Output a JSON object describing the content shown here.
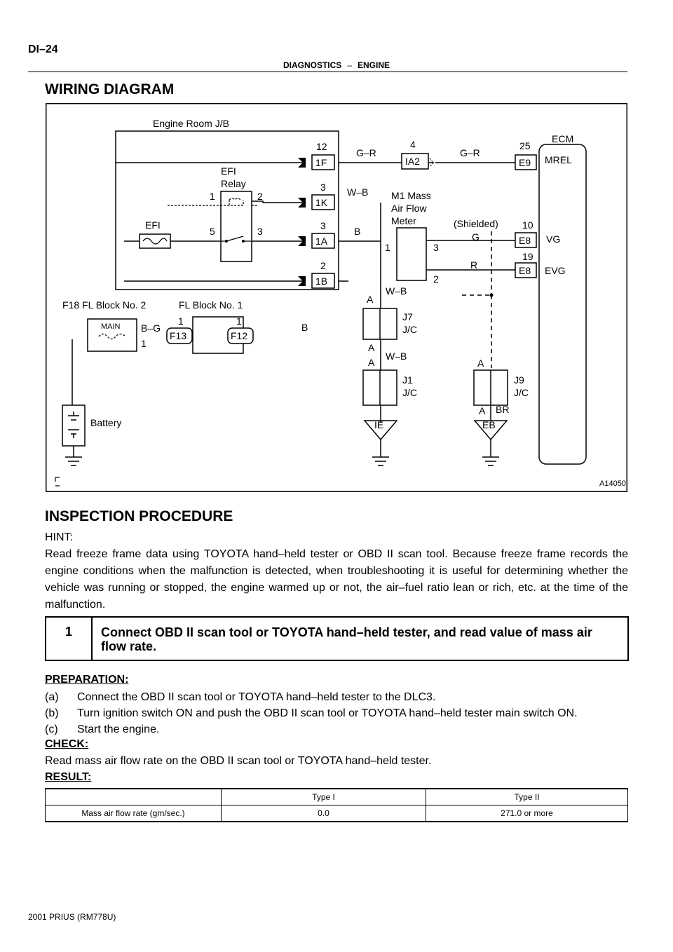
{
  "header": {
    "page_id": "DI–24",
    "chapter": "DIAGNOSTICS",
    "dash": "–",
    "section": "ENGINE"
  },
  "wiring": {
    "title": "WIRING DIAGRAM",
    "image_code": "A14050",
    "labels": {
      "engine_room_jb": "Engine Room J/B",
      "efi_relay_1": "EFI",
      "efi_relay_2": "Relay",
      "efi_fuse": "EFI",
      "ecm": "ECM",
      "mrel": "MREL",
      "vg": "VG",
      "evg": "EVG",
      "maf_1": "M1 Mass",
      "maf_2": "Air Flow",
      "maf_3": "Meter",
      "shielded": "(Shielded)",
      "f18": "F18 FL Block No. 2",
      "fl_block1": "FL Block No. 1",
      "main": "MAIN",
      "battery": "Battery",
      "j7_1": "J7",
      "j7_2": "J/C",
      "j1_1": "J1",
      "j1_2": "J/C",
      "j9_1": "J9",
      "j9_2": "J/C",
      "ie": "IE",
      "eb": "EB"
    },
    "connectors": {
      "c1F": "1F",
      "c1K": "1K",
      "c1A": "1A",
      "c1B": "1B",
      "cIA2": "IA2",
      "cE9": "E9",
      "cE8a": "E8",
      "cE8b": "E8",
      "cF13": "F13",
      "cF12": "F12"
    },
    "pins": {
      "p12": "12",
      "p3a": "3",
      "p3b": "3",
      "p2a": "2",
      "p4": "4",
      "p25": "25",
      "p10": "10",
      "p19": "19",
      "r1": "1",
      "r2": "2",
      "r5": "5",
      "r3": "3",
      "m1": "1",
      "m3": "3",
      "m2": "2",
      "f13p": "1",
      "f12p": "1",
      "bg1": "1"
    },
    "wires": {
      "gr1": "G–R",
      "gr2": "G–R",
      "wb1": "W–B",
      "b1": "B",
      "g": "G",
      "r": "R",
      "wb2": "W–B",
      "wb3": "W–B",
      "bg": "B–G",
      "b2": "B",
      "br": "BR"
    },
    "points": {
      "a1": "A",
      "a2": "A",
      "a3": "A",
      "a4": "A",
      "a5": "A"
    }
  },
  "inspection": {
    "title": "INSPECTION PROCEDURE",
    "hint_label": "HINT:",
    "hint_text": "Read freeze frame data using TOYOTA hand–held tester or OBD II scan tool. Because freeze frame records the engine conditions when the malfunction is detected, when troubleshooting it is useful for determining whether the vehicle was running or stopped, the engine warmed up or not, the air–fuel ratio lean or rich, etc. at the time of the malfunction.",
    "step": {
      "number": "1",
      "title": "Connect OBD II scan tool or TOYOTA hand–held tester, and read value of mass air flow rate."
    },
    "preparation_label": "PREPARATION:",
    "preparation": [
      {
        "key": "(a)",
        "text": "Connect the OBD II scan tool or TOYOTA hand–held tester to the DLC3."
      },
      {
        "key": "(b)",
        "text": "Turn ignition switch ON and push the OBD II scan tool or TOYOTA hand–held tester main switch ON."
      },
      {
        "key": "(c)",
        "text": "Start the engine."
      }
    ],
    "check_label": "CHECK:",
    "check_text": "Read mass air flow rate on the OBD II scan tool or TOYOTA hand–held tester.",
    "result_label": "RESULT:",
    "result_table": {
      "headers": [
        "",
        "Type I",
        "Type II"
      ],
      "row": [
        "Mass air flow rate (gm/sec.)",
        "0.0",
        "271.0 or more"
      ]
    }
  },
  "footer": "2001 PRIUS   (RM778U)"
}
